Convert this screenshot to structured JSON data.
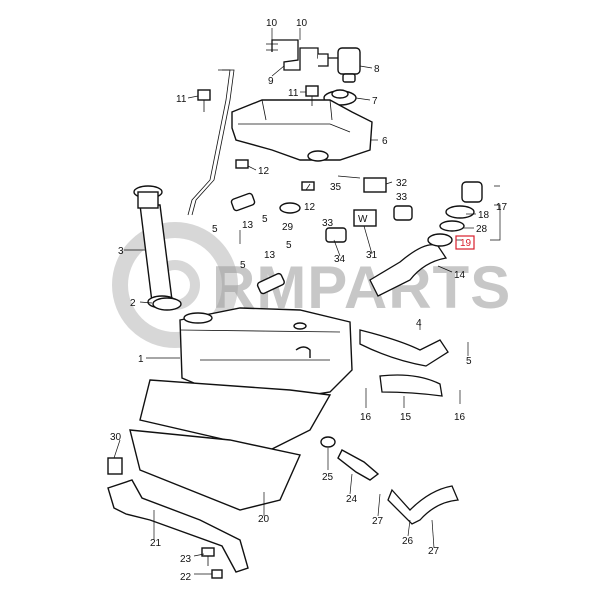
{
  "diagram": {
    "watermark": "RMPARTS",
    "labels": {
      "l1": "1",
      "l2": "2",
      "l3": "3",
      "l4": "4",
      "l5a": "5",
      "l5b": "5",
      "l5c": "5",
      "l5d": "5",
      "l5e": "5",
      "l6": "6",
      "l7": "7",
      "l8": "8",
      "l9": "9",
      "l10a": "10",
      "l10b": "10",
      "l11a": "11",
      "l11b": "11",
      "l12a": "12",
      "l12b": "12",
      "l13a": "13",
      "l13b": "13",
      "l14": "14",
      "l15": "15",
      "l16a": "16",
      "l16b": "16",
      "l17": "17",
      "l18": "18",
      "l19": "19",
      "l20": "20",
      "l21": "21",
      "l22": "22",
      "l23": "23",
      "l24": "24",
      "l25": "25",
      "l26": "26",
      "l27a": "27",
      "l27b": "27",
      "l28": "28",
      "l29": "29",
      "l30": "30",
      "l31": "31",
      "l32": "32",
      "l33a": "33",
      "l33b": "33",
      "l34": "34",
      "l35": "35"
    },
    "highlight_color": "#d81e2c",
    "stamp_letter": "W"
  }
}
